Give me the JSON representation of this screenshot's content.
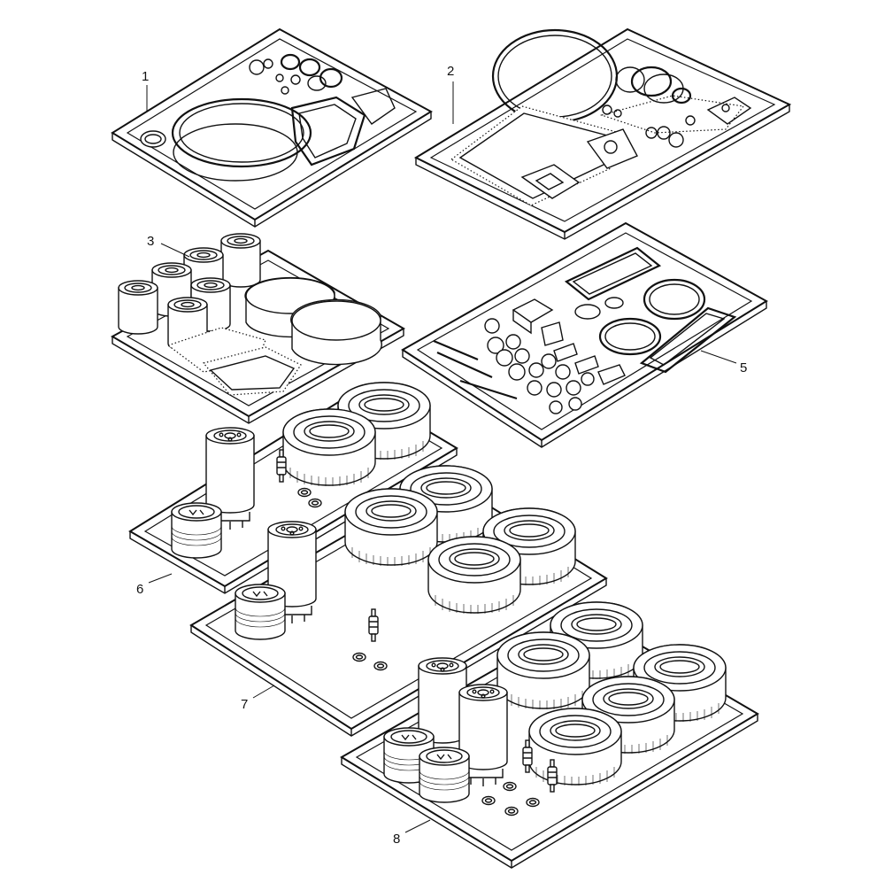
{
  "diagram": {
    "callouts": [
      {
        "label": "1"
      },
      {
        "label": "2"
      },
      {
        "label": "3"
      },
      {
        "label": "5"
      },
      {
        "label": "6"
      },
      {
        "label": "7"
      },
      {
        "label": "8"
      }
    ]
  }
}
